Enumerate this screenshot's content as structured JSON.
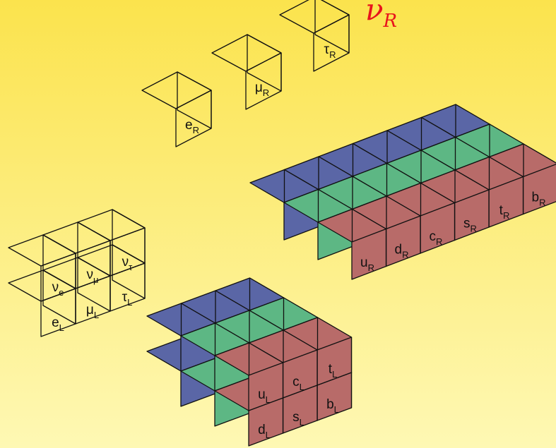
{
  "title": {
    "symbol": "ν",
    "subscript": "R"
  },
  "colors": {
    "bg_top": "#fbe34d",
    "bg_bottom": "#fef8b4",
    "blue": "#5a66a6",
    "green": "#5db784",
    "red": "#b86b69",
    "cell_stroke": "#111111",
    "title_red": "#e8141c"
  },
  "right_leptons": [
    {
      "base": "e",
      "sub": "R"
    },
    {
      "base": "μ",
      "sub": "R"
    },
    {
      "base": "τ",
      "sub": "R"
    }
  ],
  "left_leptons": [
    {
      "base": "ν",
      "sub": "e"
    },
    {
      "base": "ν",
      "sub": "μ"
    },
    {
      "base": "ν",
      "sub": "τ"
    },
    {
      "base": "e",
      "sub": "L"
    },
    {
      "base": "μ",
      "sub": "L"
    },
    {
      "base": "τ",
      "sub": "L"
    }
  ],
  "right_quarks": [
    {
      "base": "u",
      "sub": "R"
    },
    {
      "base": "d",
      "sub": "R"
    },
    {
      "base": "c",
      "sub": "R"
    },
    {
      "base": "s",
      "sub": "R"
    },
    {
      "base": "t",
      "sub": "R"
    },
    {
      "base": "b",
      "sub": "R"
    }
  ],
  "left_quarks": [
    {
      "base": "u",
      "sub": "L"
    },
    {
      "base": "c",
      "sub": "L"
    },
    {
      "base": "t",
      "sub": "L"
    },
    {
      "base": "d",
      "sub": "L"
    },
    {
      "base": "s",
      "sub": "L"
    },
    {
      "base": "b",
      "sub": "L"
    }
  ]
}
